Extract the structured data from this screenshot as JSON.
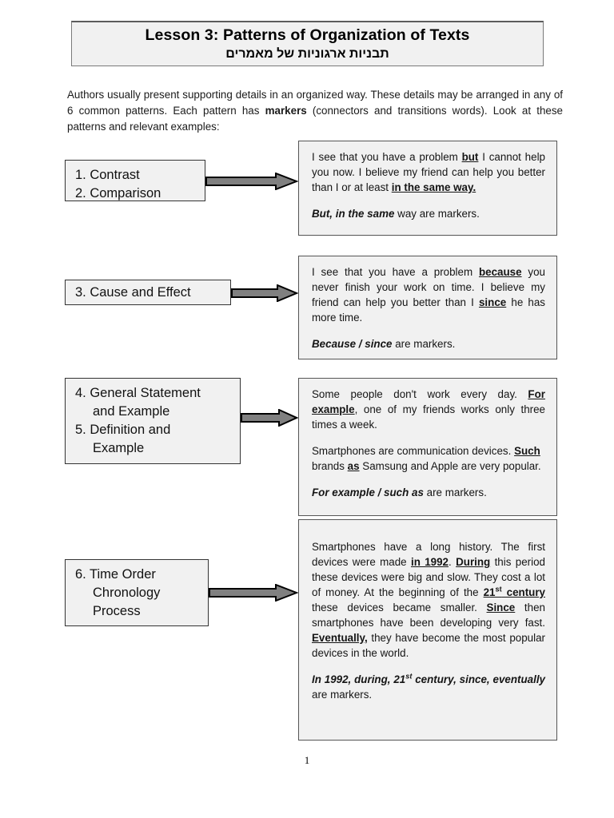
{
  "document": {
    "title_main": "Lesson 3: Patterns of Organization of Texts",
    "title_sub": "תבניות ארגוניות של מאמרים",
    "page_number": "1",
    "intro": {
      "part1": "Authors usually present supporting details in an organized way. These details may be arranged in any of 6 common patterns. Each pattern has ",
      "bold": "markers",
      "part2": " (connectors and transitions words). Look at these patterns and relevant examples:"
    }
  },
  "sections": [
    {
      "label_lines": [
        "1. Contrast",
        "2. Comparison"
      ],
      "example": {
        "body": {
          "t1": "I see that you have a problem ",
          "m1": "but",
          "t2": " I cannot help you now. I believe my friend can help you better than I or at least ",
          "m2": "in the same way.",
          "t3": ""
        },
        "markers_line": {
          "bold": "But, in the same",
          "rest": " way are markers."
        }
      }
    },
    {
      "label_lines": [
        "3. Cause and Effect"
      ],
      "example": {
        "body": {
          "t1": "I see that you have a problem ",
          "m1": "because",
          "t2": " you never finish your work on time. I believe my friend can help you better than I ",
          "m2": "since",
          "t3": " he has more time."
        },
        "markers_line": {
          "bold": "Because / since",
          "rest": " are markers."
        }
      }
    },
    {
      "label_lines": [
        "4. General Statement",
        "and Example",
        "5. Definition and",
        "Example"
      ],
      "example": {
        "para1": {
          "t1": "Some people don't work every day. ",
          "m1": "For example",
          "t2": ", one of my friends works only three times a week."
        },
        "para2": {
          "t1": "Smartphones are communication devices. ",
          "m1": "Such",
          "t2": " brands ",
          "m2": "as",
          "t3": " Samsung and Apple are very popular."
        },
        "markers_line": {
          "bold": "For example / such as",
          "rest": " are markers."
        }
      }
    },
    {
      "label_lines": [
        "6. Time Order",
        "Chronology",
        "Process"
      ],
      "example": {
        "body": {
          "t1": "Smartphones have a long history. The first devices were made ",
          "m1": "in 1992",
          "t2": ". ",
          "m2": "During",
          "t3": " this period these devices were big and slow. They cost a lot of money. At the beginning of the ",
          "m3_main": "21",
          "m3_sup": "st",
          "m3_rest": " century",
          "t4": " these devices became smaller. ",
          "m4": "Since",
          "t5": " then smartphones have been developing very fast. ",
          "m5": "Eventually,",
          "t6": " they have become the most popular devices in the world."
        },
        "markers_line": {
          "b1": "In 1992, during, 21",
          "b1sup": "st",
          "b2": " century, since, eventually",
          "rest": " are markers."
        }
      }
    }
  ],
  "colors": {
    "box_fill": "#f1f1f1",
    "box_border": "#333333",
    "arrow_fill": "#808080",
    "arrow_stroke": "#000000",
    "page_bg": "#ffffff"
  },
  "icons": {
    "arrow": "right-block-arrow"
  }
}
